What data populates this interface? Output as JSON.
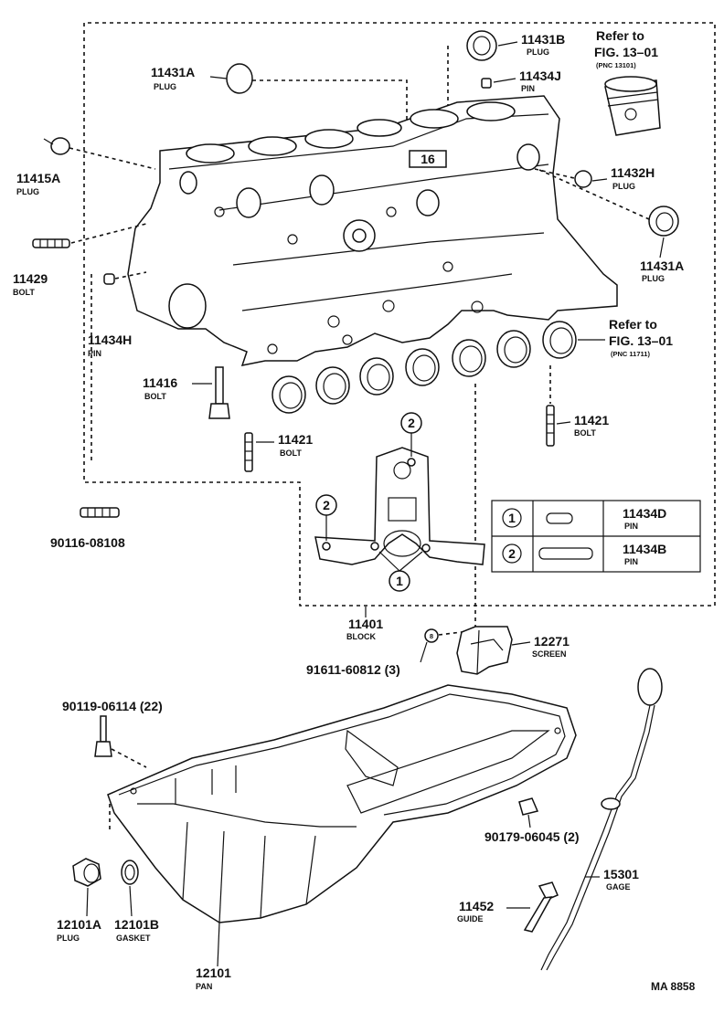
{
  "parts": {
    "p11431A_top": {
      "number": "11431A",
      "name": "PLUG"
    },
    "p11431B": {
      "number": "11431B",
      "name": "PLUG"
    },
    "p11434J": {
      "number": "11434J",
      "name": "PIN"
    },
    "p11415A": {
      "number": "11415A",
      "name": "PLUG"
    },
    "p11432H": {
      "number": "11432H",
      "name": "PLUG"
    },
    "p11431A_side": {
      "number": "11431A",
      "name": "PLUG"
    },
    "p11429": {
      "number": "11429",
      "name": "BOLT"
    },
    "p11434H": {
      "number": "11434H",
      "name": "PIN"
    },
    "p11416": {
      "number": "11416",
      "name": "BOLT"
    },
    "p11421_left": {
      "number": "11421",
      "name": "BOLT"
    },
    "p11421_right": {
      "number": "11421",
      "name": "BOLT"
    },
    "p90116": {
      "number": "90116-08108",
      "name": ""
    },
    "p11401": {
      "number": "11401",
      "name": "BLOCK"
    },
    "p12271": {
      "number": "12271",
      "name": "SCREEN"
    },
    "p91611": {
      "number": "91611-60812 (3)",
      "name": ""
    },
    "p90119": {
      "number": "90119-06114 (22)",
      "name": ""
    },
    "p90179": {
      "number": "90179-06045 (2)",
      "name": ""
    },
    "p15301": {
      "number": "15301",
      "name": "GAGE"
    },
    "p11452": {
      "number": "11452",
      "name": "GUIDE"
    },
    "p12101A": {
      "number": "12101A",
      "name": "PLUG"
    },
    "p12101B": {
      "number": "12101B",
      "name": "GASKET"
    },
    "p12101": {
      "number": "12101",
      "name": "PAN"
    }
  },
  "refs": {
    "piston": {
      "line1": "Refer to",
      "line2": "FIG. 13–01",
      "pnc": "(PNC 13101)"
    },
    "bearing": {
      "line1": "Refer to",
      "line2": "FIG. 13–01",
      "pnc": "(PNC 11711)"
    }
  },
  "callouts": {
    "c1": "1",
    "c2a": "2",
    "c2b": "2",
    "c8": "8"
  },
  "block_mark": "16",
  "legend": [
    {
      "marker": "1",
      "number": "11434D",
      "name": "PIN"
    },
    {
      "marker": "2",
      "number": "11434B",
      "name": "PIN"
    }
  ],
  "figure_code": "MA 8858"
}
